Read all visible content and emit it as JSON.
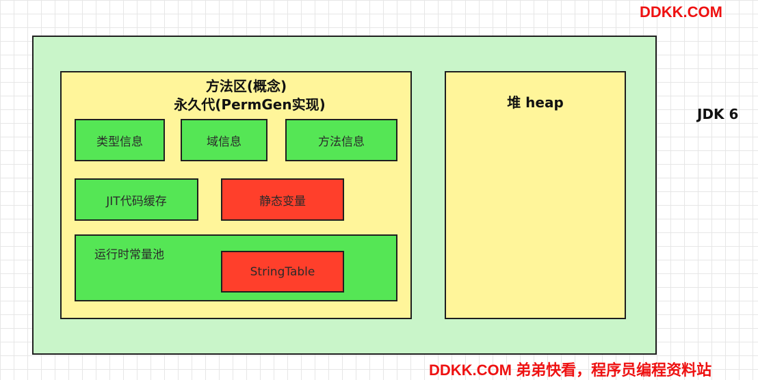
{
  "watermark_top": "DDKK.COM",
  "watermark_bottom": "DDKK.COM 弟弟快看，程序员编程资料站",
  "jdk_label": "JDK 6",
  "method_area": {
    "title_line1": "方法区(概念)",
    "title_line2": "永久代(PermGen实现)",
    "type_info": "类型信息",
    "field_info": "域信息",
    "method_info": "方法信息",
    "jit_cache": "JIT代码缓存",
    "static_vars": "静态变量",
    "constant_pool": "运行时常量池",
    "string_table": "StringTable"
  },
  "heap": {
    "title": "堆 heap"
  },
  "colors": {
    "outer_bg": "#c9f5c9",
    "yellow": "#fff59a",
    "green": "#55e655",
    "red": "#ff3f2b",
    "watermark": "#ee1111"
  }
}
